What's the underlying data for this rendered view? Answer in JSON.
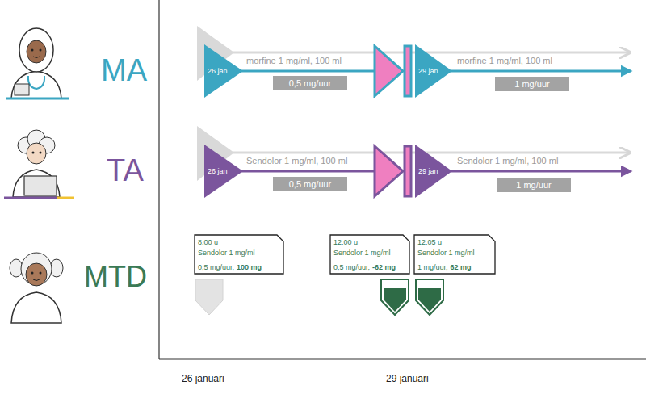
{
  "diagram": {
    "nodes": [
      {
        "text": [
          "26 jan"
        ]
      },
      {
        "text": [
          "0,5 mg/uur"
        ]
      },
      {
        "text": [
          "29 jan"
        ]
      },
      {
        "text": [
          "1 mg/uur"
        ]
      },
      {
        "text": [
          "26 jan"
        ]
      },
      {
        "text": [
          "0,5 mg/uur"
        ]
      },
      {
        "text": [
          "29 jan"
        ]
      },
      {
        "text": [
          "1 mg/uur"
        ]
      },
      {
        "text": [
          "8:00 u",
          "Sendolor 1 mg/ml",
          "0,5 mg/uur,",
          "100 mg"
        ]
      },
      {
        "text": [
          "12:00 u",
          "Sendolor 1 mg/ml",
          "0,5 mg/uur,",
          "-62 mg"
        ]
      },
      {
        "text": [
          "12:05 u",
          "Sendolor 1 mg/ml",
          "1 mg/uur,",
          "62 mg"
        ]
      }
    ],
    "labels": [
      "MA",
      "morfine 1 mg/ml, 100 ml",
      "morfine 1 mg/ml, 100 ml",
      "TA",
      "Sendolor 1 mg/ml, 100 ml",
      "Sendolor 1 mg/ml, 100 ml",
      "MTD",
      "26 januari",
      "29 januari"
    ]
  }
}
